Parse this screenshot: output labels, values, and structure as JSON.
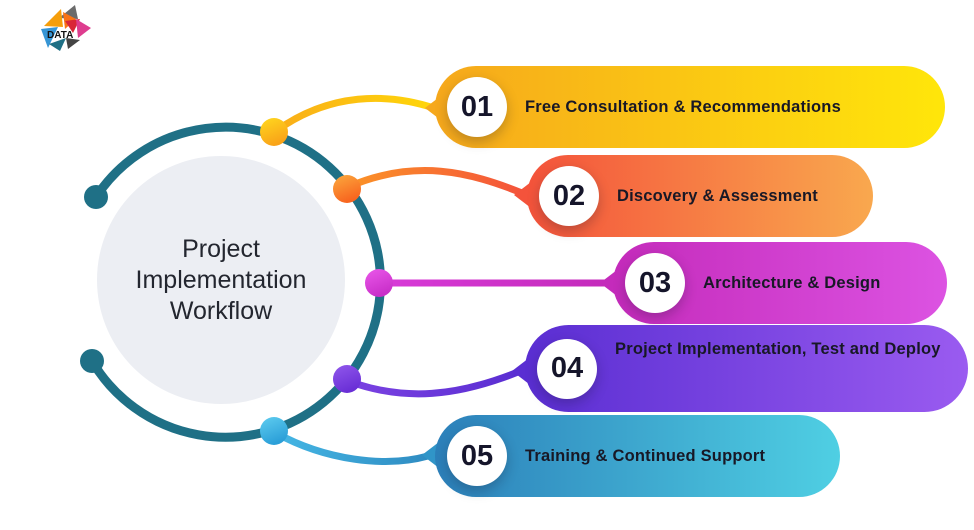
{
  "logo": {
    "text": "DATA"
  },
  "hub": {
    "lines": [
      "Project",
      "Implementation",
      "Workflow"
    ]
  },
  "steps": [
    {
      "number": "01",
      "label": "Free Consultation & Recommendations",
      "color_left": "#F6A81C",
      "color_right": "#FFE60A"
    },
    {
      "number": "02",
      "label": "Discovery & Assessment",
      "color_left": "#F4533B",
      "color_right": "#F9A84E"
    },
    {
      "number": "03",
      "label": "Architecture & Design",
      "color_left": "#C42BBB",
      "color_right": "#DC53E2"
    },
    {
      "number": "04",
      "label": "Project Implementation, Test and Deploy",
      "color_left": "#5A2ED2",
      "color_right": "#9A5BF0"
    },
    {
      "number": "05",
      "label": "Training & Continued Support",
      "color_left": "#2C80BA",
      "color_right": "#4FCFE3"
    }
  ],
  "accents": {
    "ring": "#1F7086",
    "dots": [
      "#F9B017",
      "#F97B1F",
      "#D63AD6",
      "#7B42E2",
      "#45B7E5"
    ]
  }
}
